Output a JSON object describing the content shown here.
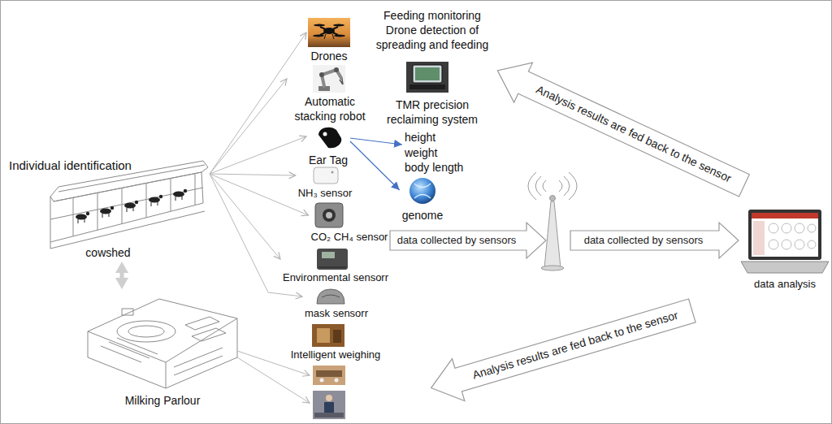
{
  "diagram": {
    "nodes": [
      {
        "text": [
          "Drones"
        ]
      },
      {
        "text": [
          "Feeding monitoring",
          "Drone detection of spreading and feeding",
          "TMR precision reclaiming system"
        ]
      },
      {
        "text": [
          "Individual identification",
          "cowshed"
        ]
      },
      {
        "text": [
          "Automatic stacking robot"
        ]
      },
      {
        "text": [
          "Ear Tag"
        ]
      },
      {
        "text": [
          "height",
          "weight",
          "body length"
        ]
      },
      {
        "text": [
          "NH₃ sensor"
        ]
      },
      {
        "text": [
          "genome"
        ]
      },
      {
        "text": [
          "CO₂ CH₄ sensor"
        ]
      },
      {
        "text": [
          "Environmental sensorr"
        ]
      },
      {
        "text": [
          "mask sensorr"
        ]
      },
      {
        "text": [
          "Intelligent weighing"
        ]
      },
      {
        "text": [
          "Milking Parlour"
        ]
      },
      {
        "text": [
          "data analysis"
        ]
      }
    ],
    "edges": [
      {
        "from": 2,
        "to": 0,
        "arrow": "to"
      },
      {
        "from": 2,
        "to": 3,
        "arrow": "to"
      },
      {
        "from": 2,
        "to": 4,
        "arrow": "to"
      },
      {
        "from": 2,
        "to": 6,
        "arrow": "to"
      },
      {
        "from": 2,
        "to": 8,
        "arrow": "to"
      },
      {
        "from": 2,
        "to": 9,
        "arrow": "to"
      },
      {
        "from": 2,
        "to": 10,
        "arrow": "to"
      },
      {
        "from": 4,
        "to": 5,
        "arrow": "to"
      },
      {
        "from": 4,
        "to": 7,
        "arrow": "to"
      },
      {
        "from": 2,
        "to": 12,
        "arrow": "both"
      }
    ],
    "labels": [
      "data collected by sensors",
      "data collected by sensors",
      "Analysis results are fed back to the sensor",
      "Analysis results are fed back to the sensor"
    ]
  }
}
